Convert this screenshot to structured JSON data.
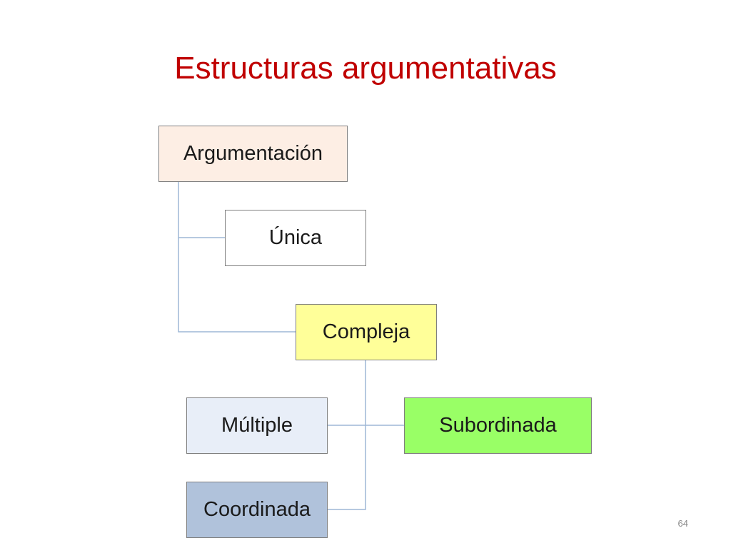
{
  "title": "Estructuras argumentativas",
  "nodes": {
    "argumentacion": {
      "label": "Argumentación",
      "fill": "#fdeee4"
    },
    "unica": {
      "label": "Única",
      "fill": "#ffffff"
    },
    "compleja": {
      "label": "Compleja",
      "fill": "#ffff99"
    },
    "multiple": {
      "label": "Múltiple",
      "fill": "#e8eef8"
    },
    "subordinada": {
      "label": "Subordinada",
      "fill": "#99ff66"
    },
    "coordinada": {
      "label": "Coordinada",
      "fill": "#b0c2db"
    }
  },
  "connector_color": "#9db7d5",
  "page_number": "64"
}
